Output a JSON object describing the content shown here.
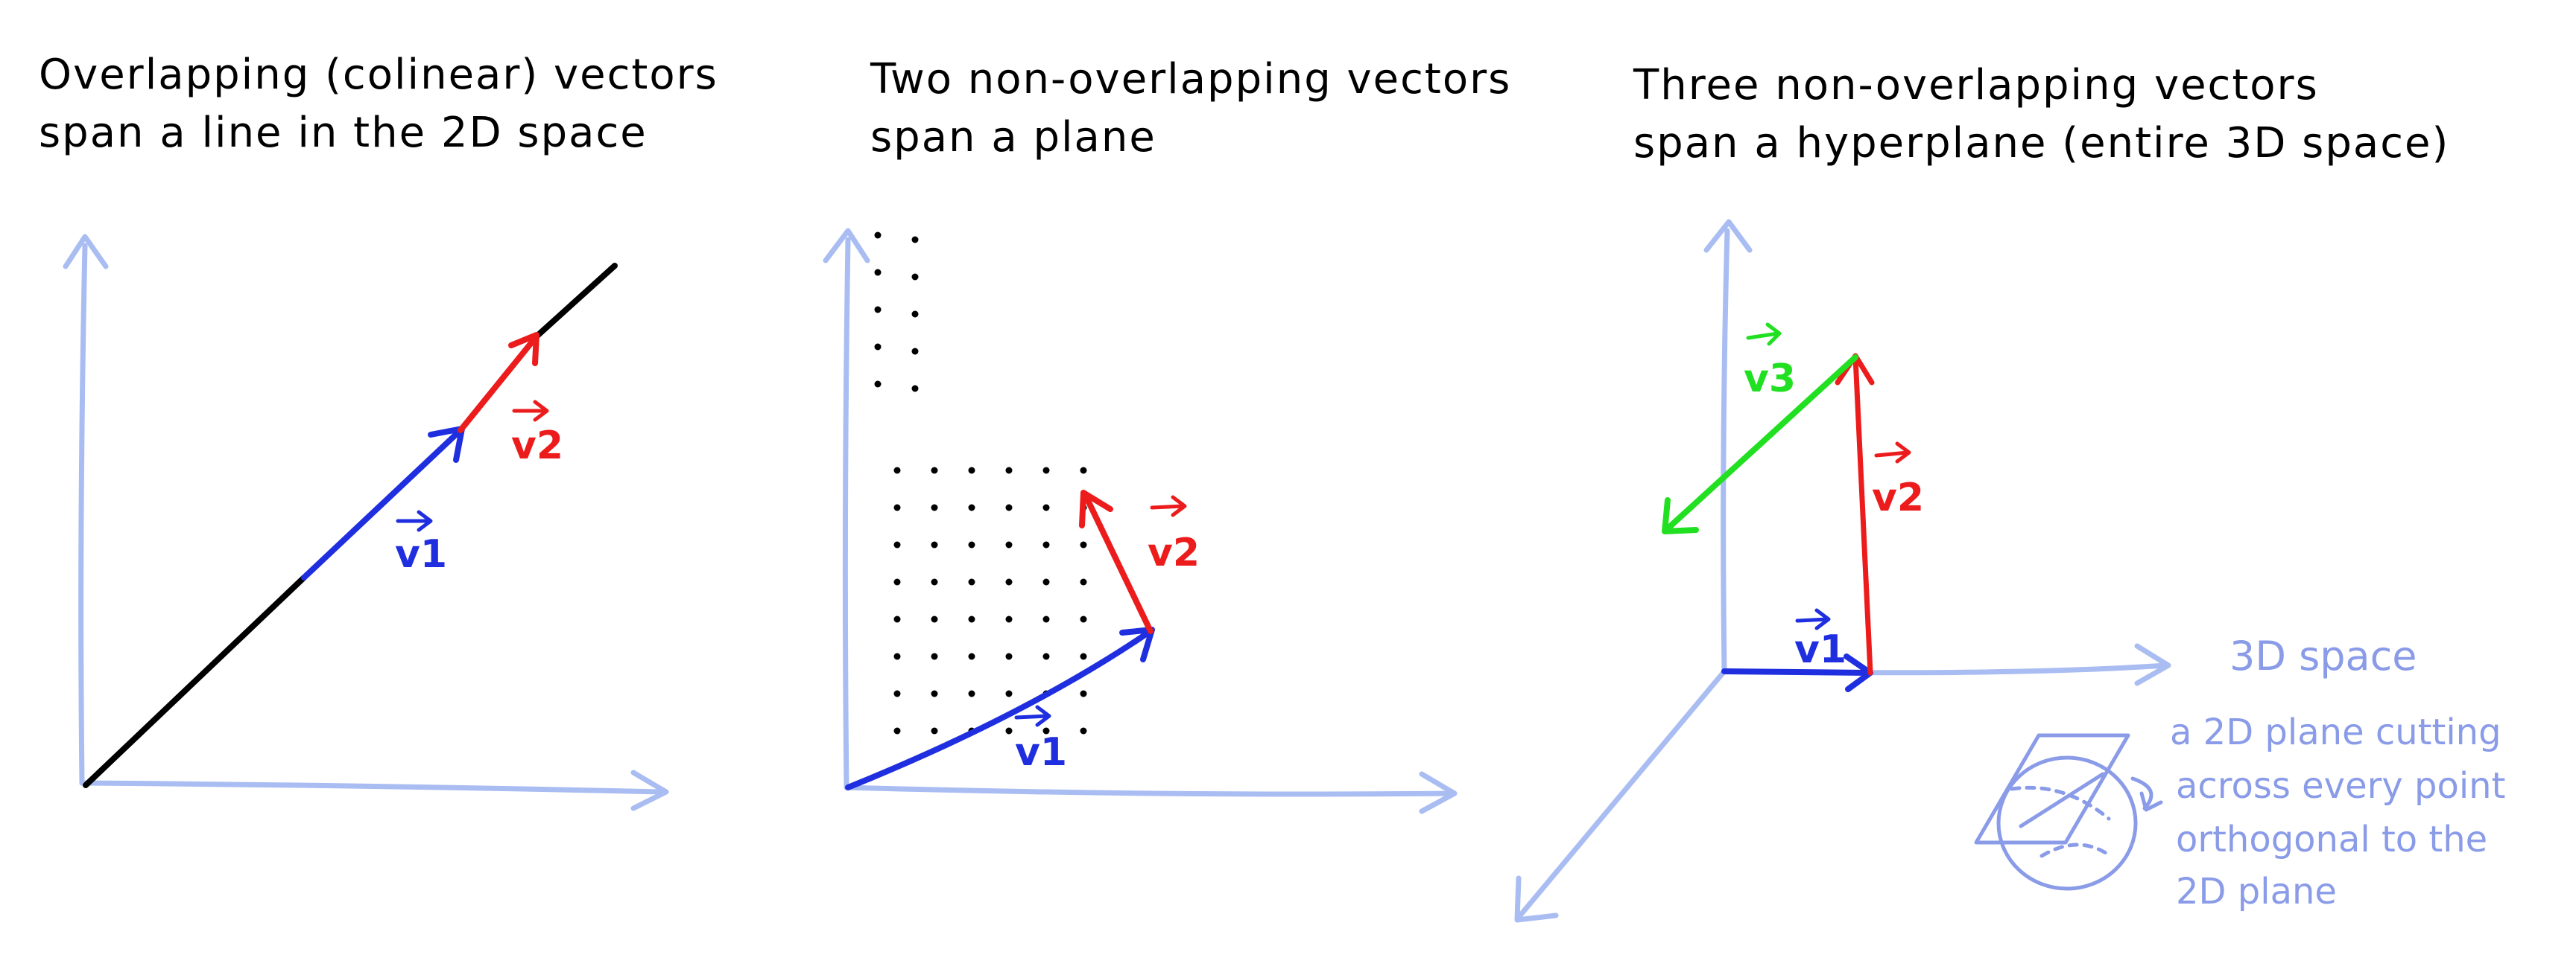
{
  "colors": {
    "axis": "#a9bdf2",
    "black": "#000000",
    "blue": "#1f2fe0",
    "red": "#ec1c1c",
    "green": "#21e021",
    "note": "#8a9be8"
  },
  "panel1": {
    "title_line1": "Overlapping (colinear) vectors",
    "title_line2": "span a line in the 2D space",
    "v1_label": "v1",
    "v2_label": "v2"
  },
  "panel2": {
    "title_line1": "Two non-overlapping vectors",
    "title_line2": "span a plane",
    "v1_label": "v1",
    "v2_label": "v2"
  },
  "panel3": {
    "title_line1": "Three non-overlapping vectors",
    "title_line2": "span a hyperplane (entire 3D space)",
    "v1_label": "v1",
    "v2_label": "v2",
    "v3_label": "v3",
    "space_label": "3D space",
    "note_lines": [
      "a 2D plane cutting",
      "across every point",
      "orthogonal to the",
      "2D plane"
    ]
  }
}
